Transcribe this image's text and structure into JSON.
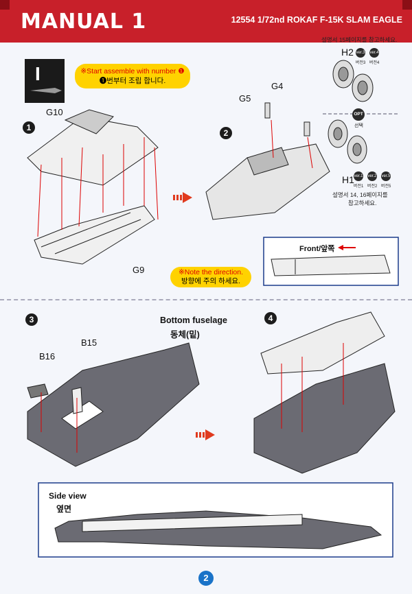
{
  "header": {
    "title": "MANUAL 1",
    "subtitle": "12554 1/72nd ROKAF  F-15K SLAM EAGLE"
  },
  "section_mark": "I",
  "notes": {
    "start_en": "※Start assemble with number ❶",
    "start_ko": "❶번부터 조립 합니다.",
    "direction_en": "※Note the direction.",
    "direction_ko": "방향에 주의 하세요."
  },
  "refs": {
    "page15": "설명서 15페이지를 참고하세요.",
    "page14_16_a": "설명서 14, 16페이지를",
    "page14_16_b": "참고하세요.",
    "opt": "OPT",
    "opt_ko": "선택",
    "ver_labels": [
      "ver.3",
      "ver.4",
      "ver.1",
      "ver.2",
      "ver.5"
    ],
    "ver_ko": [
      "버전3",
      "버전4",
      "버전1",
      "버전2",
      "버전5"
    ]
  },
  "steps": [
    "1",
    "2",
    "3",
    "4"
  ],
  "parts": {
    "g10": "G10",
    "g9": "G9",
    "g5": "G5",
    "g4": "G4",
    "h2": "H2",
    "h1": "H1",
    "b16": "B16",
    "b15": "B15"
  },
  "front_label": "Front/앞쪽",
  "bottom_fuselage": {
    "en": "Bottom fuselage",
    "ko": "동체(밑)"
  },
  "side_view": {
    "en": "Side view",
    "ko": "옆면"
  },
  "page_number": "2"
}
